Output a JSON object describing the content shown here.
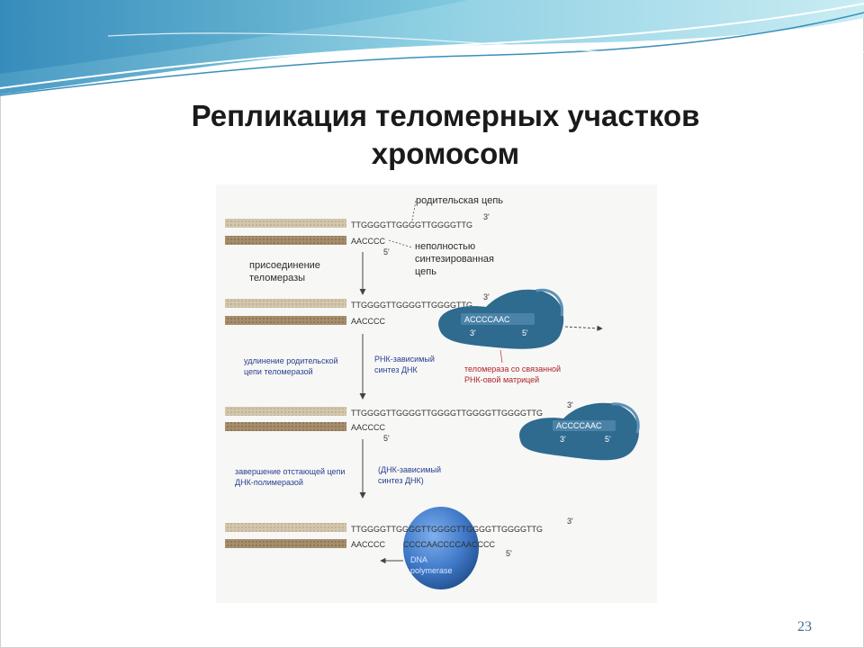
{
  "slide": {
    "title_line1": "Репликация теломерных участков",
    "title_line2": "хромосом",
    "page_number": "23"
  },
  "diagram": {
    "labels": {
      "parent_strand": "родительская цепь",
      "incomplete_line1": "неполностью",
      "incomplete_line2": "синтезированная",
      "incomplete_line3": "цепь",
      "step1_line1": "присоединение",
      "step1_line2": "теломеразы",
      "step2_left_line1": "удлинение родительской",
      "step2_left_line2": "цепи теломеразой",
      "step2_right_line1": "РНК-зависимый",
      "step2_right_line2": "синтез ДНК",
      "telomerase_line1": "теломераза со связанной",
      "telomerase_line2": "РНК-овой матрицей",
      "step3_left_line1": "завершение отстающей цепи",
      "step3_left_line2": "ДНК-полимеразой",
      "step3_right_line1": "(ДНК-зависимый",
      "step3_right_line2": "синтез ДНК)",
      "polymerase_line1": "DNA",
      "polymerase_line2": "polymerase"
    },
    "sequences": {
      "stage1_top": "TTGGGGTTGGGGTTGGGGTTG",
      "stage1_bottom": "AACCCC",
      "stage2_top": "TTGGGGTTGGGGTTGGGGTTG",
      "stage2_bottom": "AACCCC",
      "stage2_rna": "ACCCCAAC",
      "stage3_top": "TTGGGGTTGGGGTTGGGGTTGGGGTTGGGGTTG",
      "stage3_bottom": "AACCCC",
      "stage3_rna": "ACCCCAAC",
      "stage4_top": "TTGGGGTTGGGGTTGGGGTTGGGGTTGGGGTTG",
      "stage4_bottom": "AACCCC",
      "stage4_new": "CCCCAACCCCAACCCC"
    },
    "ends": {
      "three_prime": "3'",
      "five_prime": "5'"
    },
    "colors": {
      "parent_strand": "#cdbfa6",
      "incomplete_strand": "#a08866",
      "telomerase": "#2f6a8f",
      "polymerase": "#3f79c8",
      "arrow": "#444444"
    }
  }
}
